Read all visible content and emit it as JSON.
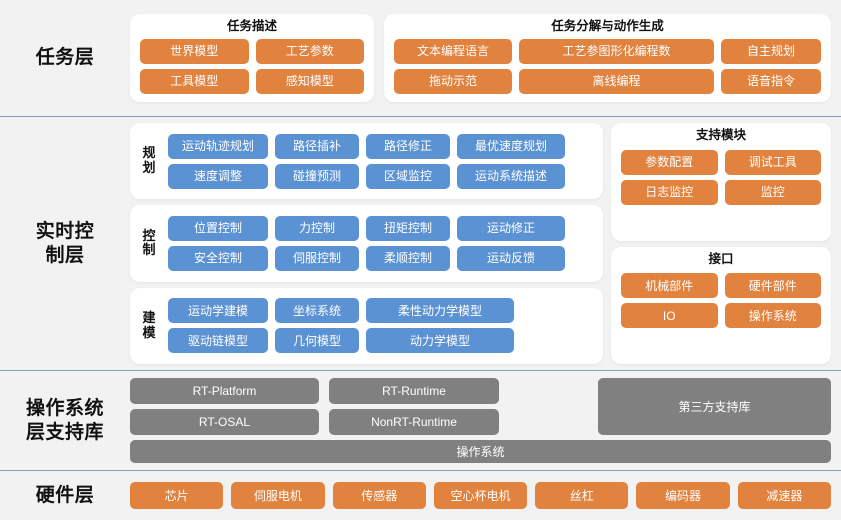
{
  "layers": [
    {
      "label": "任务层",
      "cards": [
        {
          "title": "任务描述",
          "rows": [
            [
              "世界模型",
              "工艺参数"
            ],
            [
              "工具模型",
              "感知模型"
            ]
          ]
        },
        {
          "title": "任务分解与动作生成",
          "rows": [
            [
              "文本编程语言",
              "工艺参图形化编程数",
              "自主规划"
            ],
            [
              "拖动示范",
              "离线编程",
              "语音指令"
            ]
          ]
        }
      ]
    },
    {
      "label": "实时控\n制层",
      "groups": [
        {
          "label": "规划",
          "rows": [
            [
              "运动轨迹规划",
              "路径插补",
              "路径修正",
              "最优速度规划"
            ],
            [
              "速度调整",
              "碰撞预测",
              "区域监控",
              "运动系统描述"
            ]
          ]
        },
        {
          "label": "控制",
          "rows": [
            [
              "位置控制",
              "力控制",
              "扭矩控制",
              "运动修正"
            ],
            [
              "安全控制",
              "伺服控制",
              "柔顺控制",
              "运动反馈"
            ]
          ]
        },
        {
          "label": "建模",
          "rows": [
            [
              "运动学建模",
              "坐标系统",
              "柔性动力学模型"
            ],
            [
              "驱动链模型",
              "几何模型",
              "动力学模型"
            ]
          ]
        }
      ],
      "side_cards": [
        {
          "title": "支持模块",
          "rows": [
            [
              "参数配置",
              "调试工具"
            ],
            [
              "日志监控",
              "监控"
            ]
          ]
        },
        {
          "title": "接口",
          "rows": [
            [
              "机械部件",
              "硬件部件"
            ],
            [
              "IO",
              "操作系统"
            ]
          ]
        }
      ]
    },
    {
      "label": "操作系统\n层支持库",
      "os": {
        "col_a": [
          "RT-Platform",
          "RT-OSAL"
        ],
        "col_b": [
          "RT-Runtime",
          "NonRT-Runtime"
        ],
        "col_c": "第三方支持库",
        "bottom": "操作系统"
      }
    },
    {
      "label": "硬件层",
      "chips": [
        "芯片",
        "伺服电机",
        "传感器",
        "空心杯电机",
        "丝杠",
        "编码器",
        "减速器"
      ]
    }
  ],
  "colors": {
    "orange": "#e1823f",
    "blue": "#5b92d3",
    "gray": "#808080",
    "background": "#f2f2f2",
    "divider": "#7f9fc4",
    "card": "#ffffff"
  }
}
